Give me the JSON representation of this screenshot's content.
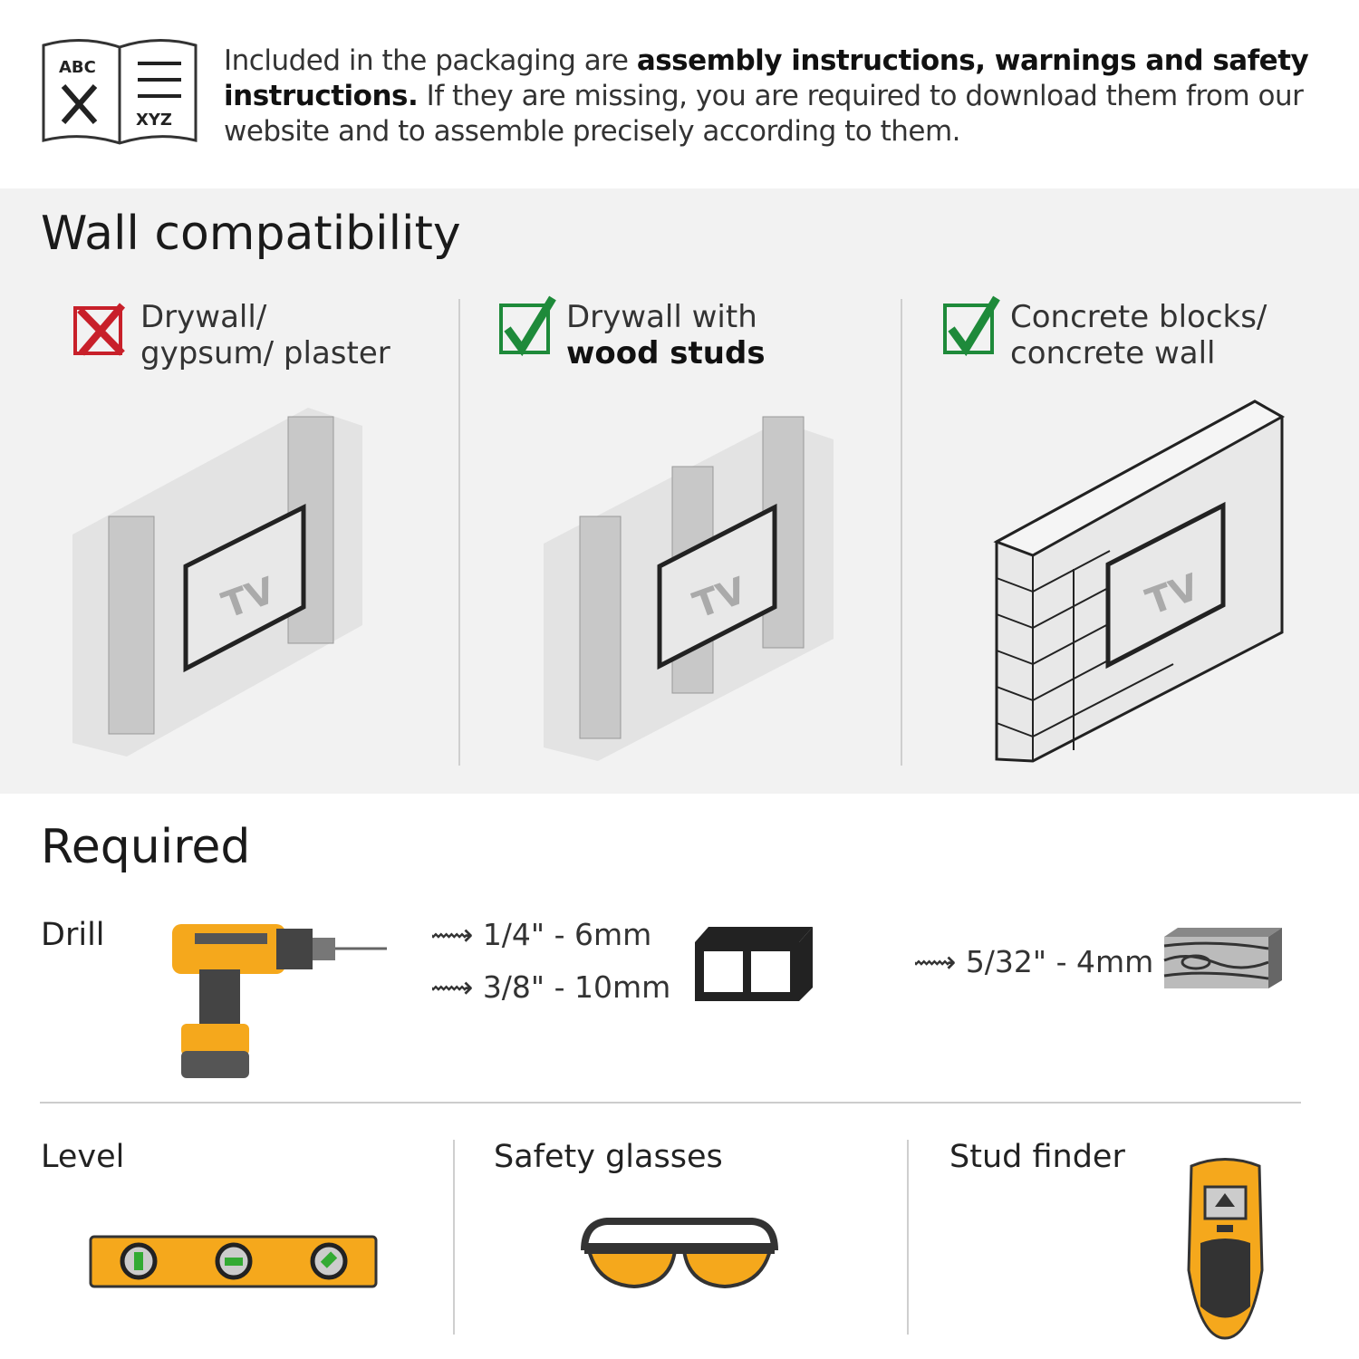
{
  "intro": {
    "text_1": "Included in the packaging are ",
    "bold_1": "assembly instructions, warnings and safety instructions.",
    "text_2": " If they are missing, you are required to download them from our website and to assemble precisely according to them.",
    "book_left_label": "ABC",
    "book_right_label": "XYZ"
  },
  "wall": {
    "title": "Wall compatibility",
    "items": [
      {
        "line1": "Drywall/",
        "line2": "gypsum/ plaster",
        "status": "incompatible",
        "tv": "TV"
      },
      {
        "line1": "Drywall with",
        "line2": "wood studs",
        "status": "compatible",
        "tv": "TV"
      },
      {
        "line1": "Concrete blocks/",
        "line2": "concrete wall",
        "status": "compatible",
        "tv": "TV"
      }
    ],
    "colors": {
      "check": "#1e8a3a",
      "cross": "#c8202a"
    }
  },
  "required": {
    "title": "Required",
    "drill": {
      "label": "Drill",
      "bits_concrete": [
        "1/4\" - 6mm",
        "3/8\" - 10mm"
      ],
      "bits_wood": [
        "5/32\" - 4mm"
      ]
    },
    "tools": [
      "Level",
      "Safety glasses",
      "Stud finder"
    ],
    "accent": "#f5a81c"
  }
}
